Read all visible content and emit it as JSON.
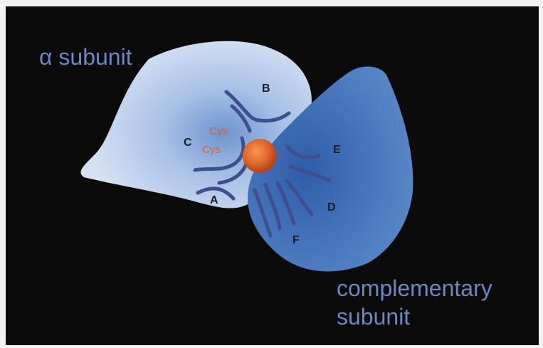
{
  "labels": {
    "alpha_subunit": "α subunit",
    "complementary_line1": "complementary",
    "complementary_line2": "subunit"
  },
  "loops": {
    "A": "A",
    "B": "B",
    "C": "C",
    "D": "D",
    "E": "E",
    "F": "F"
  },
  "cys": {
    "top": "Cys",
    "bottom": "Cys"
  },
  "colors": {
    "background": "#0b0b0c",
    "alpha_subunit_fill": "#c9d8ef",
    "complementary_fill": "#3f6db3",
    "loop_stroke": "#3d4f8d",
    "ligand": "#e0662c",
    "label_text": "#6f86c4",
    "cys_text": "#d9622e"
  }
}
